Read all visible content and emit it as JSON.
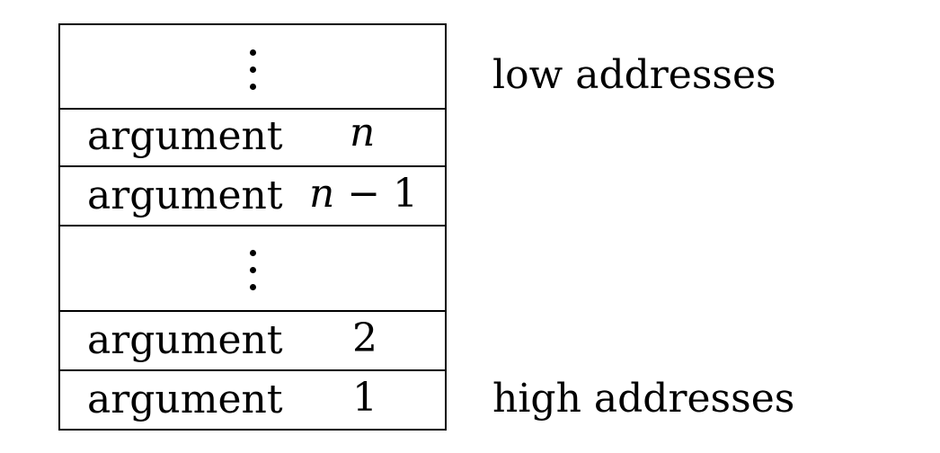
{
  "diagram": {
    "rows": [
      {
        "type": "ellipsis",
        "label": "⋮"
      },
      {
        "type": "entry",
        "name": "argument",
        "index": "n"
      },
      {
        "type": "entry",
        "name": "argument",
        "index": "n − 1"
      },
      {
        "type": "ellipsis",
        "label": "⋮"
      },
      {
        "type": "entry",
        "name": "argument",
        "index": "2"
      },
      {
        "type": "entry",
        "name": "argument",
        "index": "1"
      }
    ],
    "labels": {
      "top": "low addresses",
      "bottom": "high addresses"
    }
  }
}
